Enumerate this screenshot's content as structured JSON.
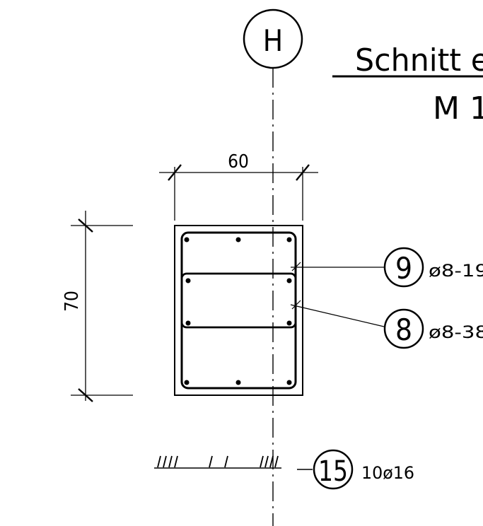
{
  "axis": {
    "label": "H"
  },
  "title": {
    "line1": "Schnitt e",
    "line2": "M 1"
  },
  "dimensions": {
    "width": "60",
    "height": "70"
  },
  "markers": [
    {
      "number": "9",
      "spec": "ø8-19"
    },
    {
      "number": "8",
      "spec": "ø8-38"
    },
    {
      "number": "15",
      "spec": "10ø16"
    }
  ]
}
